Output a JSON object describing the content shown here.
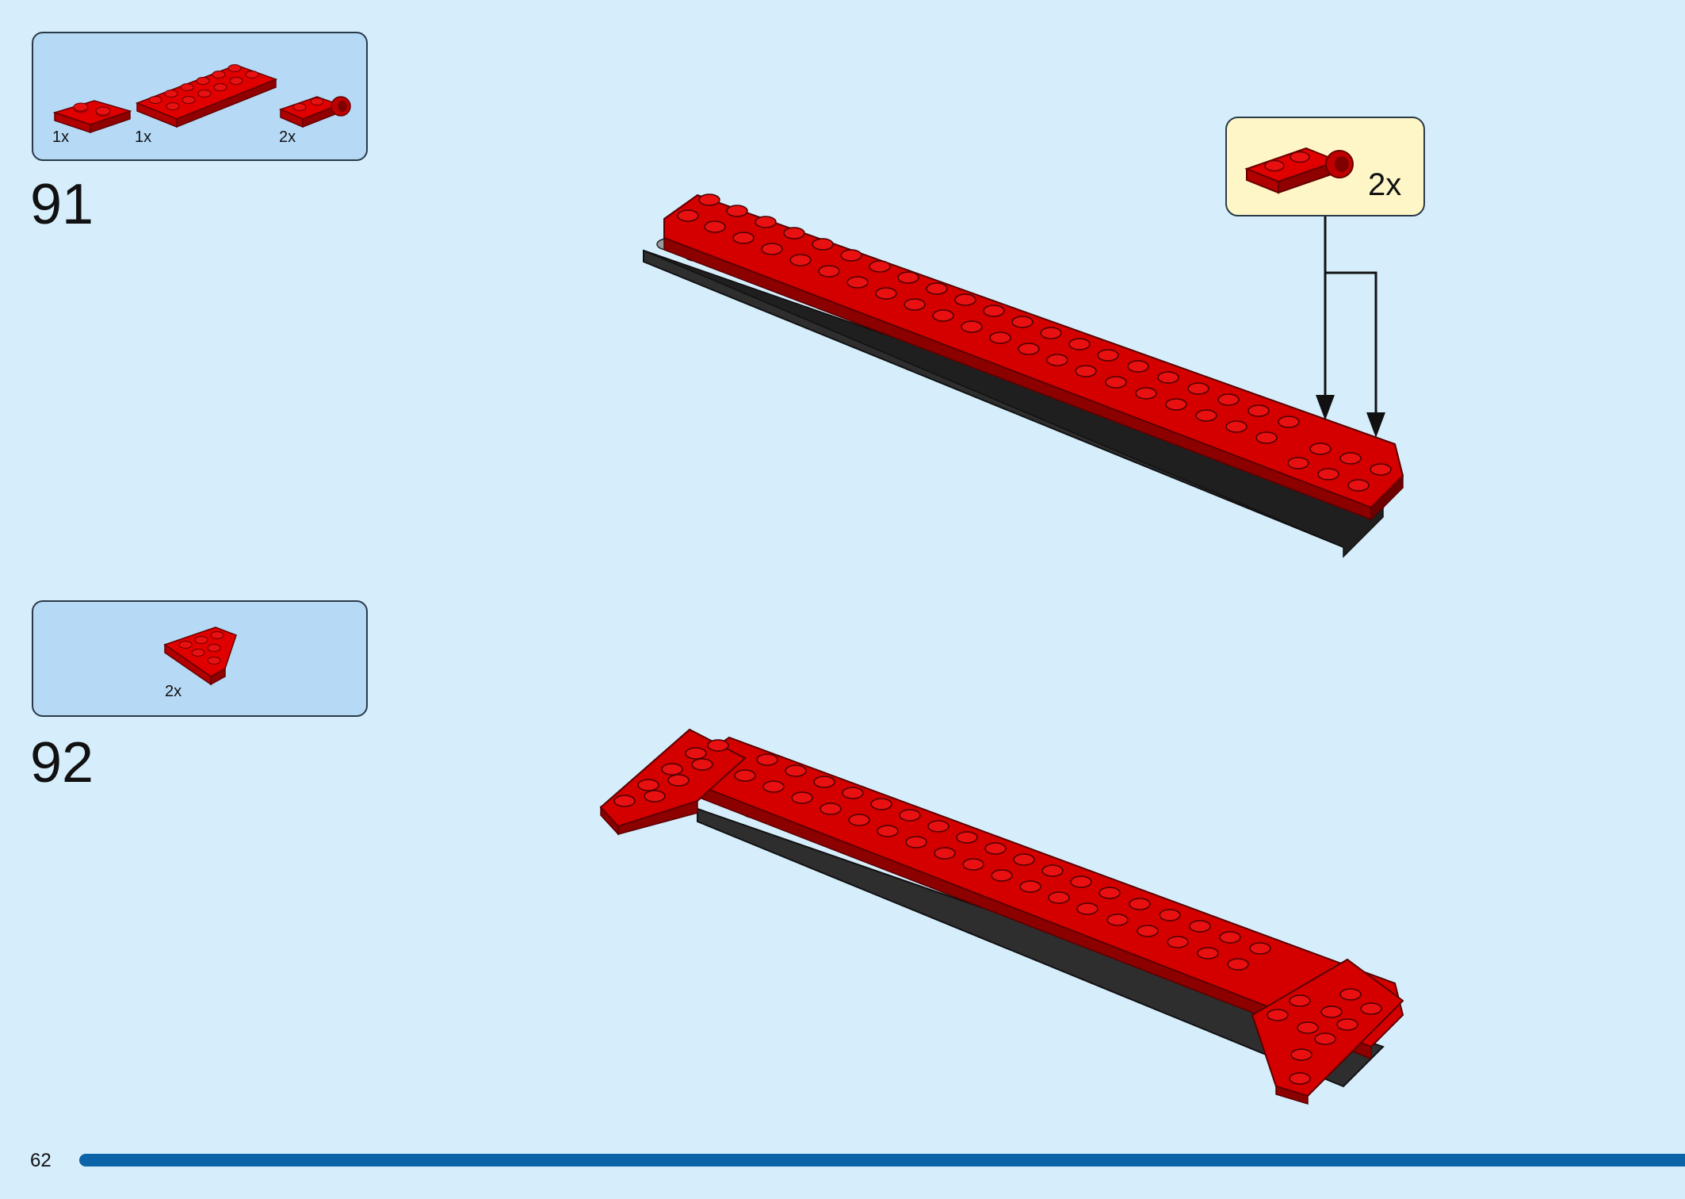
{
  "page": {
    "number": "62"
  },
  "steps": [
    {
      "number": "91",
      "parts": [
        {
          "name": "plate-1x2-red",
          "qty": "1x"
        },
        {
          "name": "plate-2x6-red",
          "qty": "1x"
        },
        {
          "name": "plate-clip-1x2-red",
          "qty": "2x"
        }
      ],
      "callout": {
        "qty": "2x"
      }
    },
    {
      "number": "92",
      "parts": [
        {
          "name": "wedge-plate-3x3-red",
          "qty": "2x"
        }
      ]
    }
  ],
  "colors": {
    "background": "#d6eefc",
    "parts_box": "#b6d9f6",
    "callout": "#fff6c8",
    "brick_red": "#d40000",
    "base_dark": "#3a3a3a",
    "progress": "#0b63a8"
  },
  "icons": [
    "arrow-down-icon"
  ]
}
